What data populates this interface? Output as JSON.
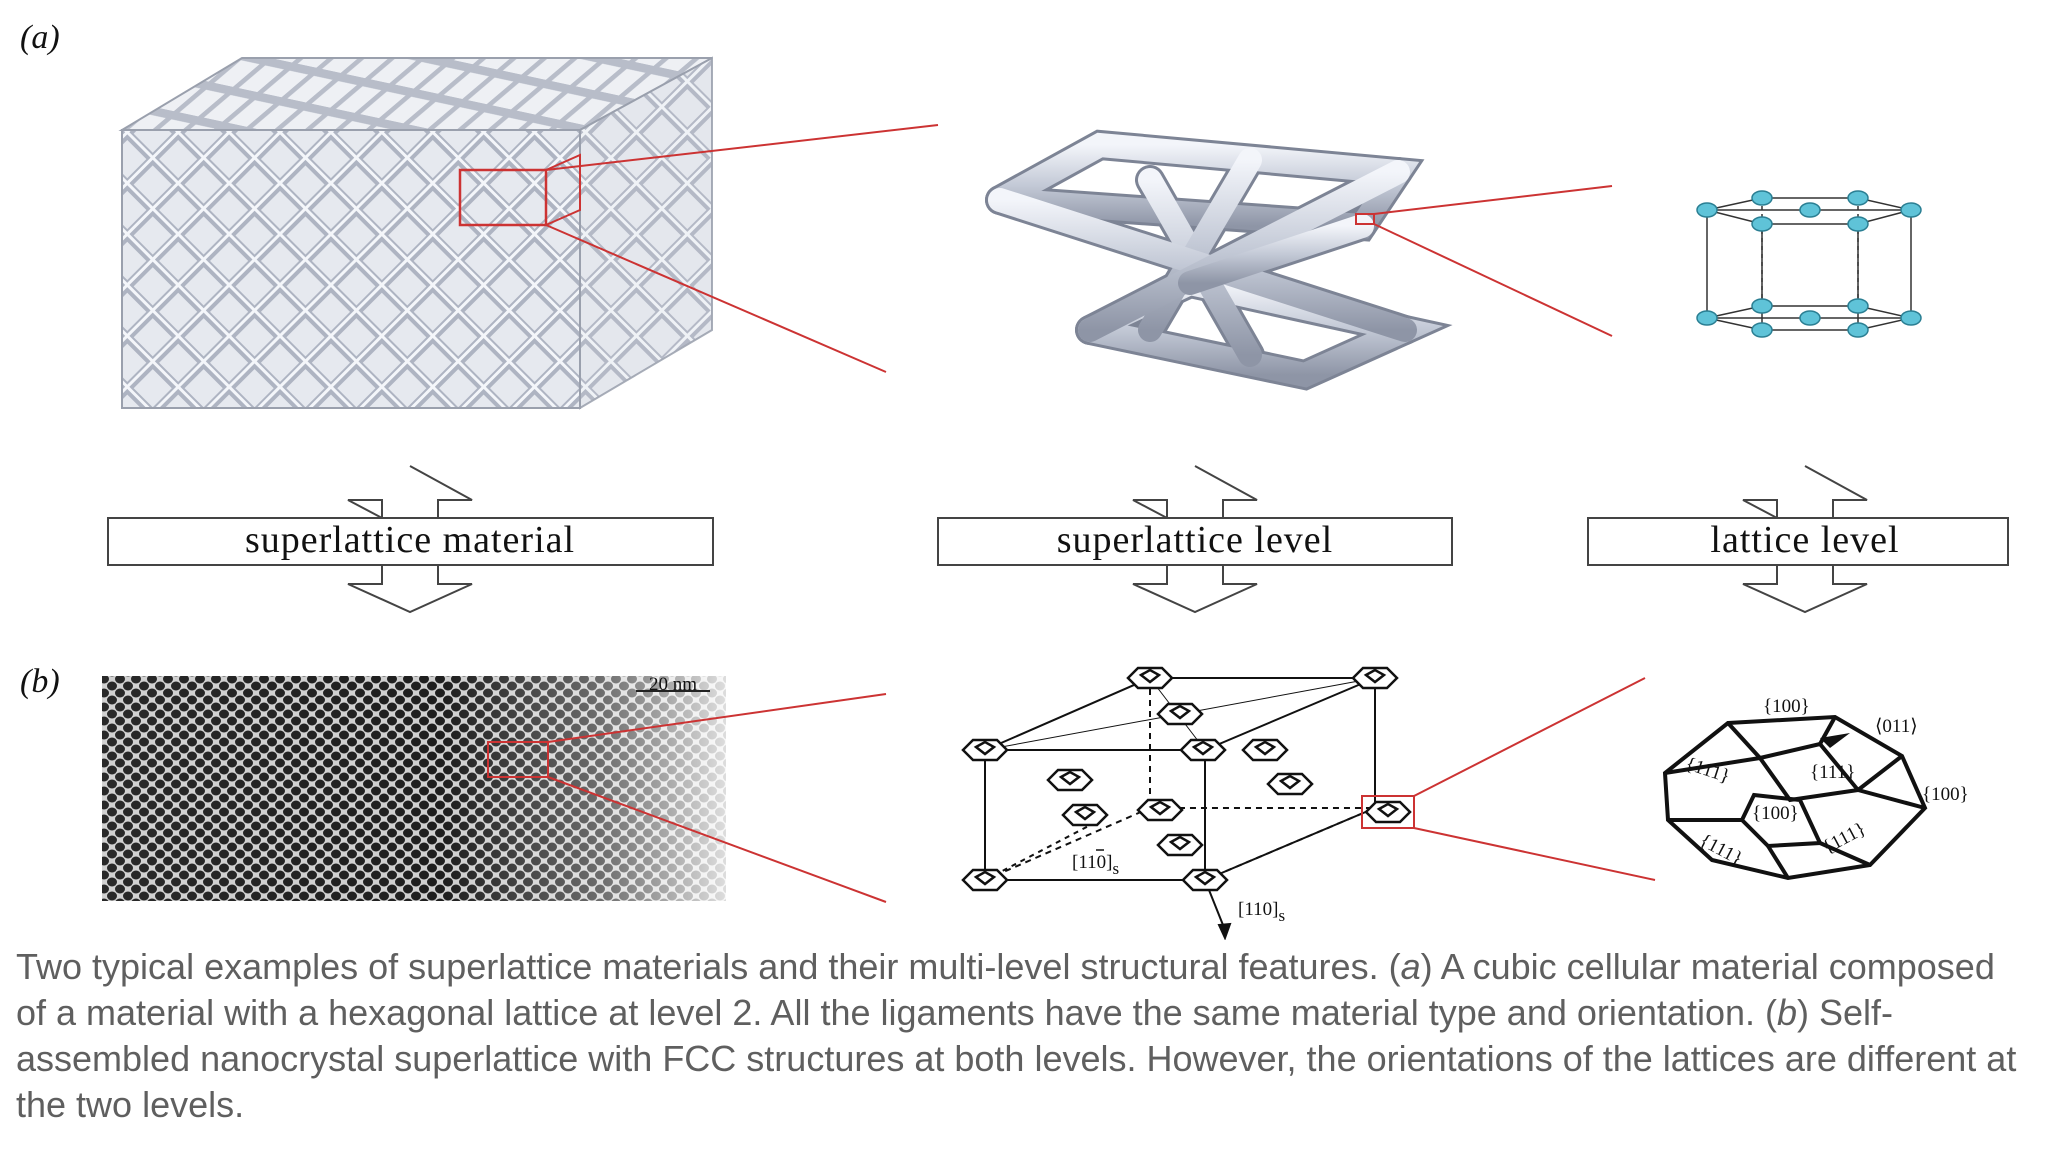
{
  "panels": {
    "a": "(a)",
    "b": "(b)"
  },
  "levels": {
    "material": "superlattice material",
    "superlattice": "superlattice level",
    "lattice": "lattice level"
  },
  "annotations": {
    "scale_bar": "20 nm",
    "dir_1": "[1",
    "dir_1b": "1",
    "dir_1c": "0]",
    "dir_1s": "s",
    "dir_2": "[110]",
    "dir_2s": "s",
    "facet_100_top": "{100}",
    "facet_011": "⟨011⟩",
    "facet_111_a": "{111}",
    "facet_111_b": "{111}",
    "facet_100_right": "{100}",
    "facet_100_center": "{100}",
    "facet_111_c": "{111}",
    "facet_111_d": "{111}"
  },
  "caption": {
    "p1": "Two typical examples of superlattice materials and their multi-level structural features. (",
    "a": "a",
    "p2": ") A cubic cellular material composed of a material with a hexagonal lattice at level 2. All the ligaments have the same material type and orientation. (",
    "b": "b",
    "p3": ") Self-assembled nanocrystal superlattice with FCC structures at both levels. However, the orientations of the lattices are different at the two levels."
  },
  "colors": {
    "zoom_lines": "#cc3333",
    "atoms": "#5fc3d8",
    "tubes": "#c9cfdc",
    "caption": "#5f5f5f"
  }
}
